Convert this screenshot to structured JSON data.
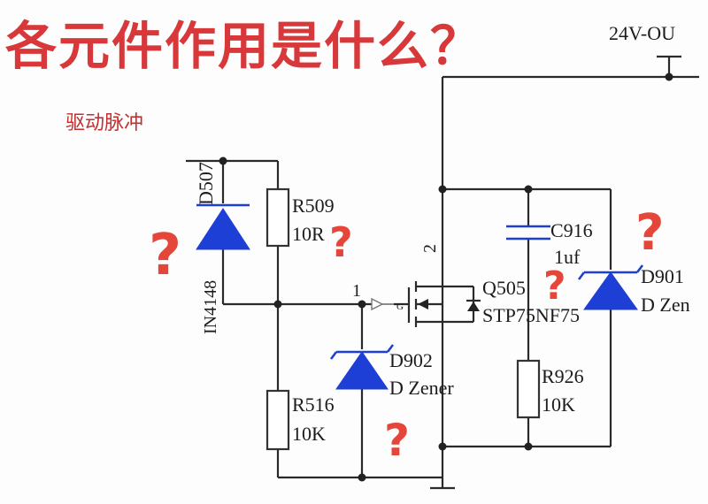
{
  "title": "各元件作用是什么？",
  "supply_label": "24V-OU",
  "input_label": "驱动脉冲",
  "d507": {
    "ref": "D507",
    "part": "IN4148"
  },
  "r509": {
    "ref": "R509",
    "value": "10R"
  },
  "r516": {
    "ref": "R516",
    "value": "10K"
  },
  "d902": {
    "ref": "D902",
    "part": "D Zener"
  },
  "q505": {
    "ref": "Q505",
    "part": "STP75NF75",
    "pin1": "1",
    "pin2": "2",
    "gate": "G"
  },
  "c916": {
    "ref": "C916",
    "value": "1uf"
  },
  "r926": {
    "ref": "R926",
    "value": "10K"
  },
  "d901": {
    "ref": "D901",
    "part": "D Zen"
  },
  "question_mark": "?",
  "colors": {
    "title": "#d8383a",
    "question": "#e4473a",
    "component": "#1e3fd6",
    "wire": "#2a2a2a"
  }
}
